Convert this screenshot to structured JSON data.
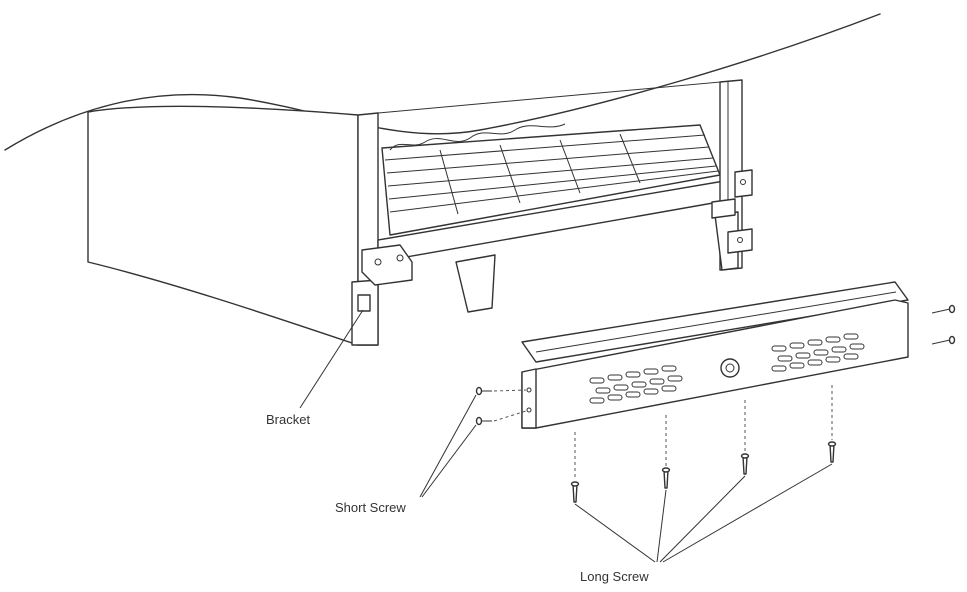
{
  "labels": {
    "bracket": "Bracket",
    "short_screw": "Short Screw",
    "long_screw": "Long Screw"
  },
  "colors": {
    "line": "#333333",
    "background": "#ffffff"
  }
}
